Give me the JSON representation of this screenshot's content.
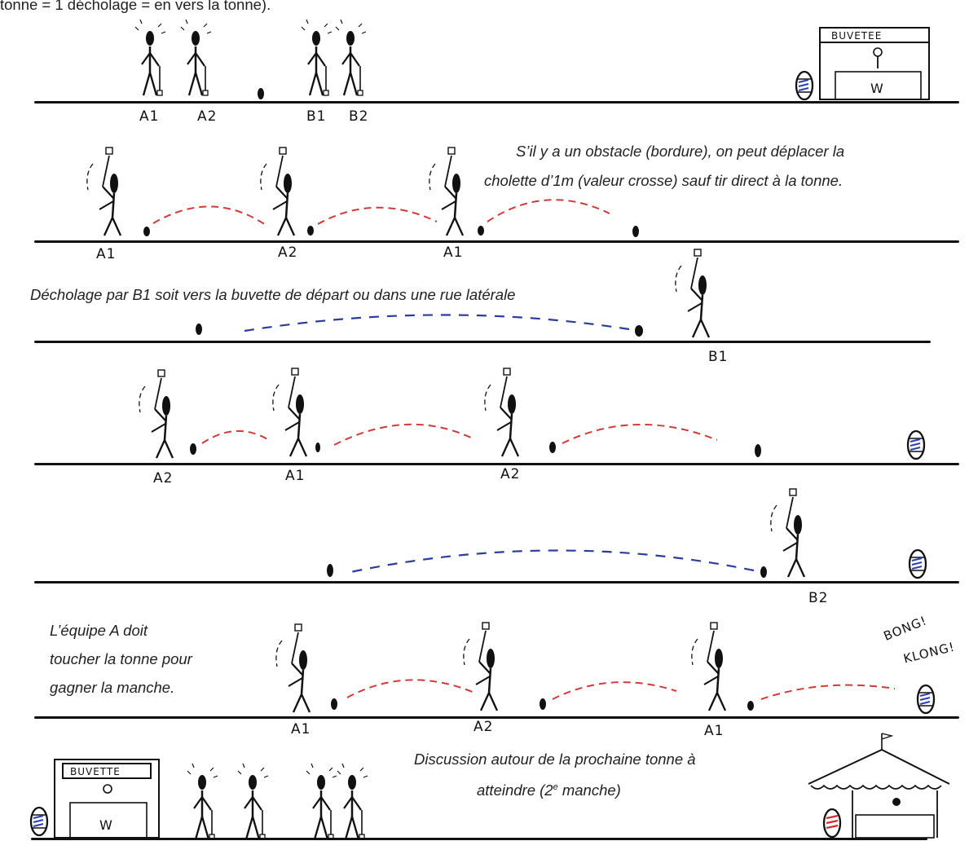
{
  "intro_fragment": "tonne = 1 décholage = en vers la tonne).",
  "scene1": {
    "players": [
      "A1",
      "A2",
      "B1",
      "B2"
    ],
    "booth_label": "BUVETEE",
    "booth_letter": "W"
  },
  "scene2": {
    "caption_line1": "S’il y a un obstacle (bordure), on peut déplacer la",
    "caption_line2": "cholette d’1m (valeur crosse) sauf tir direct à la tonne.",
    "players": [
      "A1",
      "A2",
      "A1"
    ]
  },
  "scene3": {
    "caption": "Décholage par B1 soit vers la buvette de départ ou dans une rue latérale",
    "player": "B1"
  },
  "scene4": {
    "players": [
      "A2",
      "A1",
      "A2"
    ]
  },
  "scene5": {
    "player": "B2"
  },
  "scene6": {
    "caption_line1": "L’équipe A doit",
    "caption_line2": "toucher la tonne pour",
    "caption_line3": "gagner la manche.",
    "players": [
      "A1",
      "A2",
      "A1"
    ],
    "sound1": "BONG!",
    "sound2": "KLONG!"
  },
  "scene7": {
    "caption_line1": "Discussion autour de la prochaine tonne à",
    "caption_line2_pre": "atteindre (2",
    "caption_line2_sup": "e",
    "caption_line2_post": " manche)",
    "booth_label": "BUVETTE",
    "booth_letter": "W"
  },
  "colors": {
    "ink": "#111111",
    "red_arrow": "#d23a3a",
    "blue_arrow": "#2b3c9a",
    "barrel_blue": "#2a3fb0",
    "barrel_red": "#d12a2a"
  }
}
